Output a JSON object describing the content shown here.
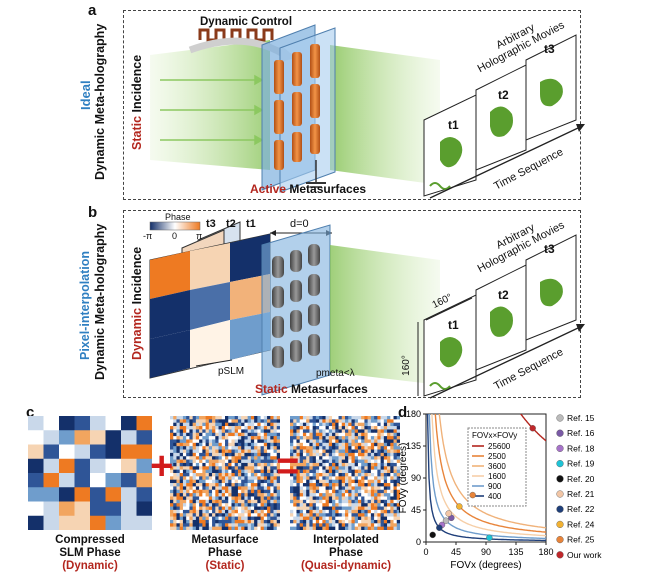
{
  "panel_a": {
    "label": "a",
    "side_title_1": "Ideal",
    "side_title_2": "Dynamic Meta-holography",
    "incidence_word_1": "Static",
    "incidence_word_2": "Incidence",
    "control_label": "Dynamic Control",
    "device_word_1": "Active",
    "device_word_2": "Metasurfaces",
    "movies_line_1": "Arbitrary",
    "movies_line_2": "Holographic Movies",
    "frames": [
      "t1",
      "t2",
      "t3"
    ],
    "time_label": "Time Sequence"
  },
  "panel_b": {
    "label": "b",
    "side_title_1": "Pixel-interpolation",
    "side_title_2": "Dynamic Meta-holography",
    "incidence_word_1": "Dynamic",
    "incidence_word_2": "Incidence",
    "phase_title": "Phase",
    "phase_ticks": [
      "-π",
      "0",
      "π"
    ],
    "slm_frames": [
      "t3",
      "t2",
      "t1"
    ],
    "distance_label": "d=0",
    "pslm_label": "pSLM",
    "pmeta_label": "pmeta<λ",
    "device_word_1": "Static",
    "device_word_2": "Metasurfaces",
    "movies_line_1": "Arbitrary",
    "movies_line_2": "Holographic Movies",
    "frames": [
      "t1",
      "t2",
      "t3"
    ],
    "fov_x": "160°",
    "fov_y": "160°",
    "time_label": "Time Sequence"
  },
  "panel_c": {
    "label": "c",
    "items": [
      {
        "line1": "Compressed",
        "line2": "SLM Phase",
        "tag": "(Dynamic)"
      },
      {
        "line1": "Metasurface",
        "line2": "Phase",
        "tag": "(Static)"
      },
      {
        "line1": "Interpolated",
        "line2": "Phase",
        "tag": "(Quasi-dynamic)"
      }
    ],
    "plus": "+",
    "equals": "="
  },
  "panel_d": {
    "label": "d",
    "chart_data": {
      "type": "line",
      "xlabel": "FOVx (degrees)",
      "ylabel": "FOVy (degrees)",
      "xlim": [
        0,
        180
      ],
      "ylim": [
        0,
        180
      ],
      "xticks": [
        0,
        45,
        90,
        135,
        180
      ],
      "yticks": [
        0,
        45,
        90,
        135,
        180
      ],
      "legend_title": "FOVx×FOVy",
      "series": [
        {
          "name": "25600",
          "product": 25600,
          "color": "#b3261e"
        },
        {
          "name": "2500",
          "product": 2500,
          "color": "#e8843a"
        },
        {
          "name": "3600",
          "product": 3600,
          "color": "#f0b27a"
        },
        {
          "name": "1600",
          "product": 1600,
          "color": "#f6cfa8"
        },
        {
          "name": "900",
          "product": 900,
          "color": "#6f9dcc"
        },
        {
          "name": "400",
          "product": 400,
          "color": "#1f3f7a"
        }
      ],
      "references": [
        {
          "name": "Ref. 15",
          "color": "#bbbbbb",
          "x": 30,
          "y": 30
        },
        {
          "name": "Ref. 16",
          "color": "#7a5aa6",
          "x": 38,
          "y": 34
        },
        {
          "name": "Ref. 18",
          "color": "#a673c9",
          "x": 24,
          "y": 24
        },
        {
          "name": "Ref. 19",
          "color": "#1ec3d6",
          "x": 95,
          "y": 6
        },
        {
          "name": "Ref. 20",
          "color": "#111111",
          "x": 10,
          "y": 10
        },
        {
          "name": "Ref. 21",
          "color": "#f2c6a6",
          "x": 34,
          "y": 40
        },
        {
          "name": "Ref. 22",
          "color": "#1f3f7a",
          "x": 20,
          "y": 20
        },
        {
          "name": "Ref. 24",
          "color": "#f2b233",
          "x": 50,
          "y": 50
        },
        {
          "name": "Ref. 25",
          "color": "#e8843a",
          "x": 70,
          "y": 66
        },
        {
          "name": "Our work",
          "color": "#c0282b",
          "x": 160,
          "y": 160
        }
      ]
    }
  }
}
